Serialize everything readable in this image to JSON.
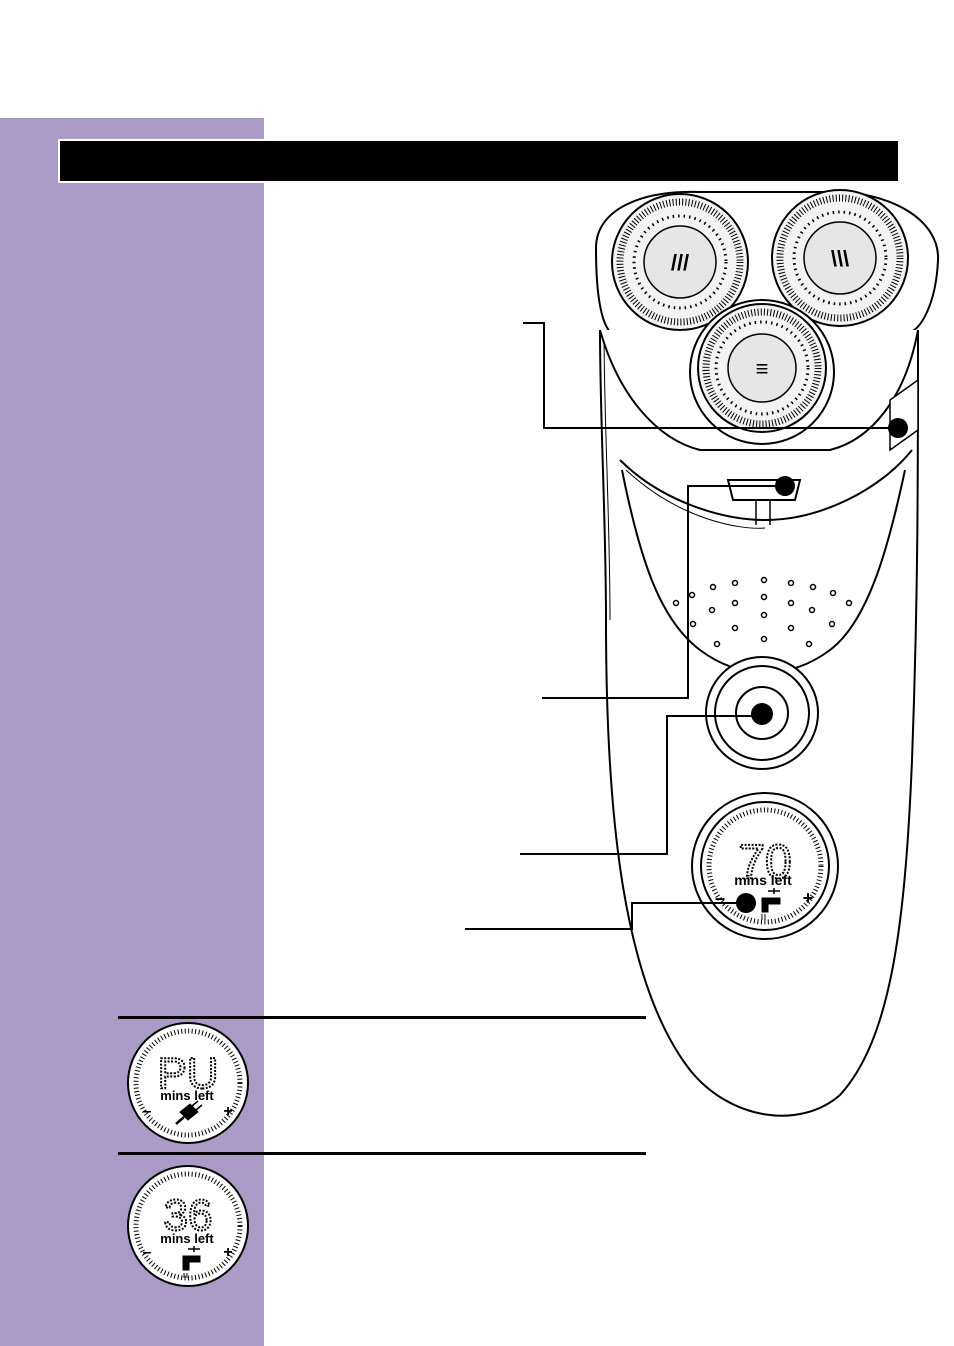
{
  "page": {
    "sidebar_color": "#a99ac6",
    "title_bar_color": "#000000",
    "title": ""
  },
  "main_display": {
    "value": "70",
    "unit_label": "mins left",
    "minus_symbol": "–",
    "plus_symbol": "+",
    "icon": "tap-rinse-icon"
  },
  "display_examples": [
    {
      "value": "PU",
      "unit_label": "mins left",
      "minus_symbol": "–",
      "plus_symbol": "+",
      "icon": "plug-icon"
    },
    {
      "value": "36",
      "unit_label": "mins left",
      "minus_symbol": "–",
      "plus_symbol": "+",
      "icon": "tap-rinse-icon"
    }
  ]
}
